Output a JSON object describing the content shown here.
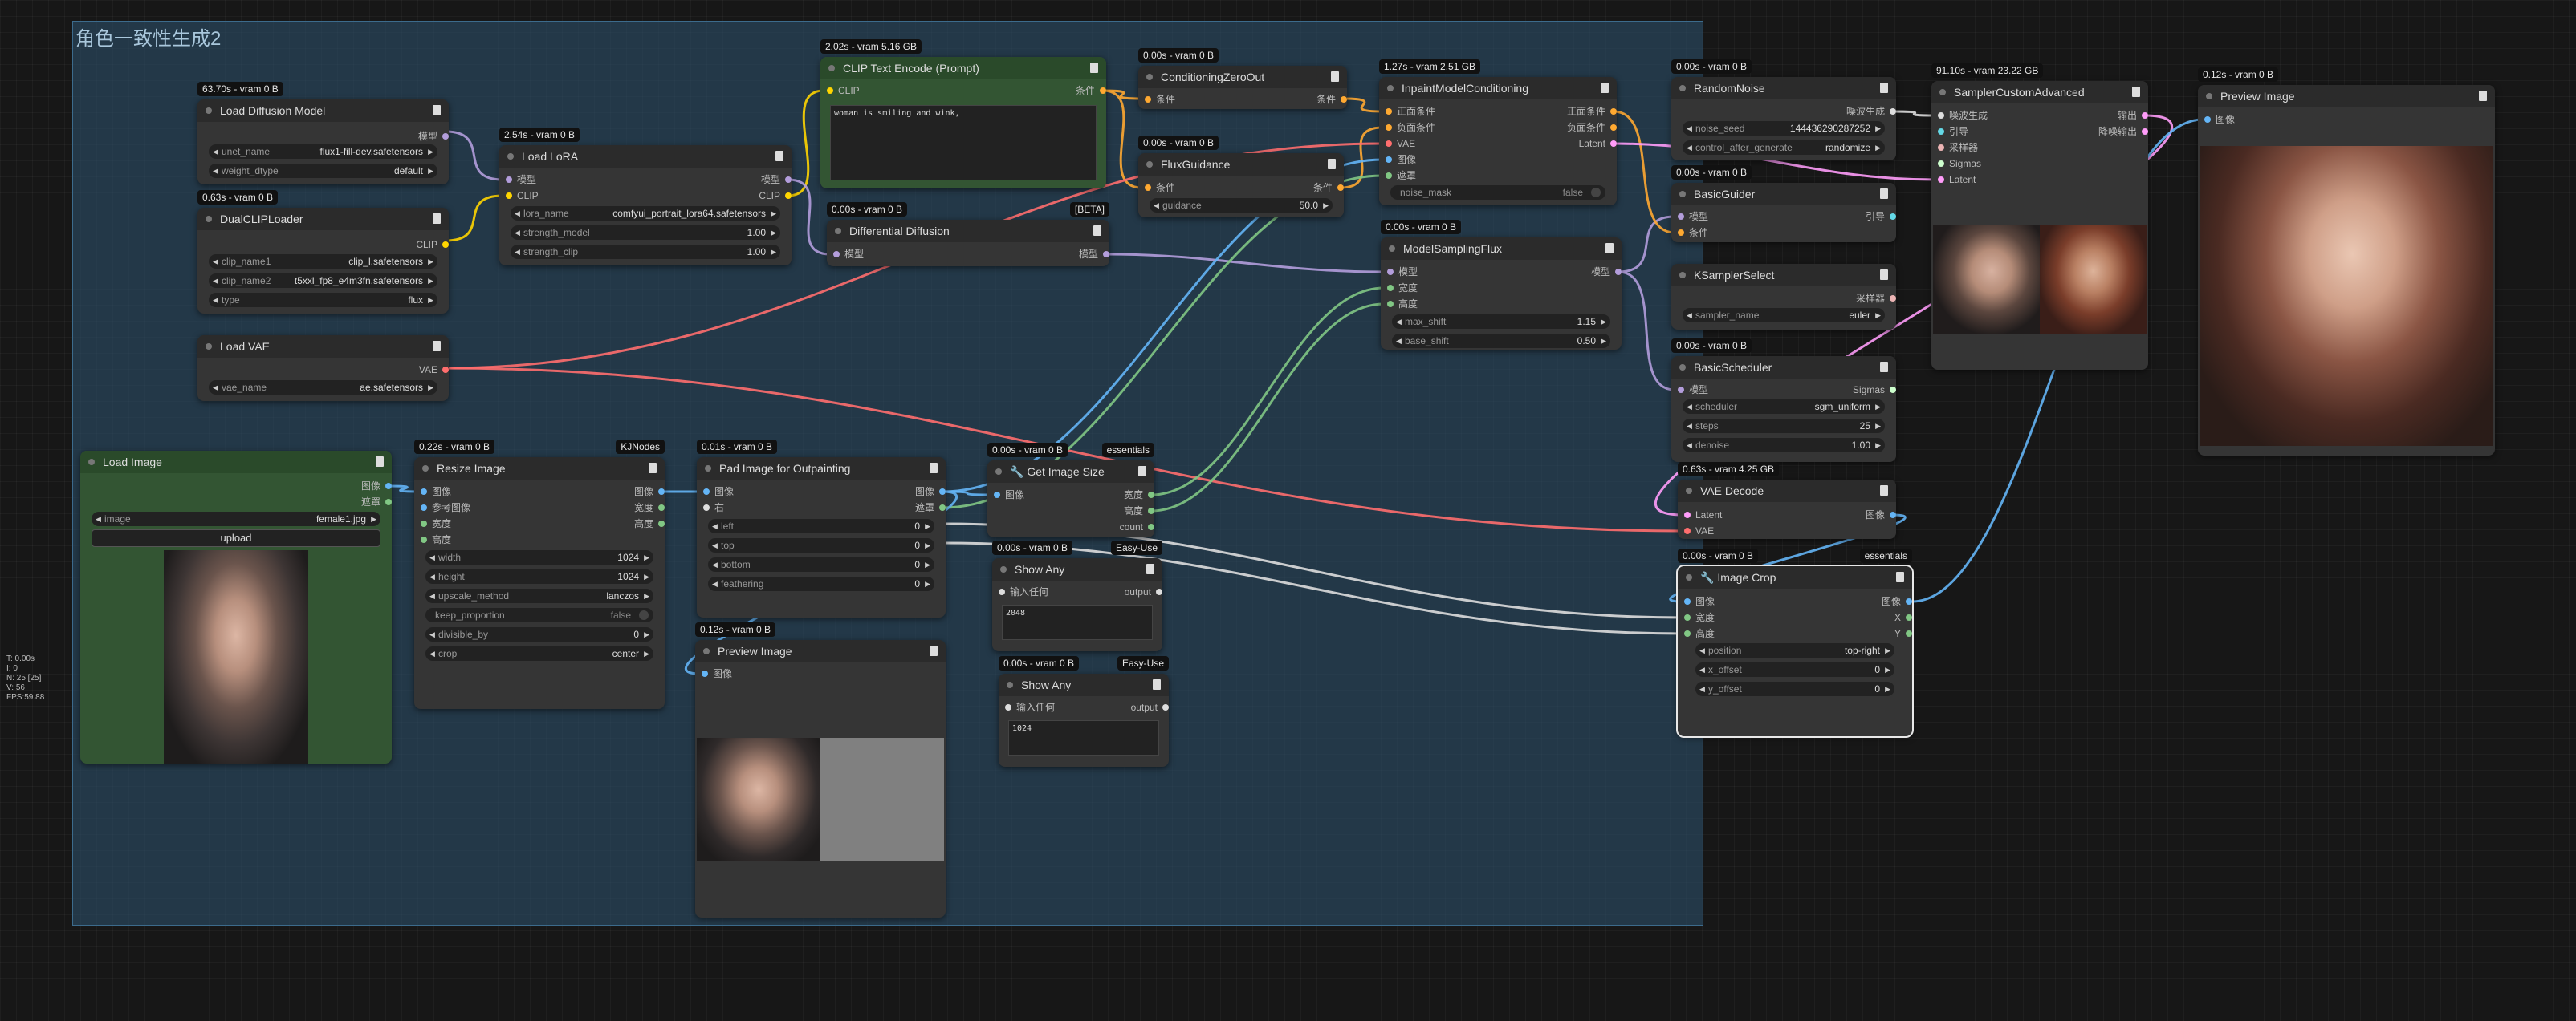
{
  "group": {
    "title": "角色一致性生成2"
  },
  "stats": [
    "T: 0.00s",
    "I: 0",
    "N: 25 [25]",
    "V: 56",
    "FPS:59.88"
  ],
  "colors": {
    "canvas": "#171717",
    "group_fill": "#2c4e68",
    "node": "#353535",
    "node_green": "#335533",
    "link_clip": "#ffd500",
    "link_model": "#b39ddb",
    "link_cond": "#ffa931",
    "link_vae": "#ff6e6e",
    "link_image": "#64b5f6",
    "link_latent": "#ff9cf9",
    "link_mask": "#81c784",
    "link_int": "#dddddd"
  },
  "nodes": {
    "load_diffusion": {
      "timing": "63.70s - vram 0 B",
      "title": "Load Diffusion Model",
      "out": [
        "模型"
      ],
      "widgets": [
        {
          "k": "unet_name",
          "v": "flux1-fill-dev.safetensors"
        },
        {
          "k": "weight_dtype",
          "v": "default"
        }
      ]
    },
    "dual_clip": {
      "timing": "0.63s - vram 0 B",
      "title": "DualCLIPLoader",
      "out": [
        "CLIP"
      ],
      "widgets": [
        {
          "k": "clip_name1",
          "v": "clip_l.safetensors"
        },
        {
          "k": "clip_name2",
          "v": "t5xxl_fp8_e4m3fn.safetensors"
        },
        {
          "k": "type",
          "v": "flux"
        }
      ]
    },
    "load_lora": {
      "timing": "2.54s - vram 0 B",
      "title": "Load LoRA",
      "in": [
        "模型",
        "CLIP"
      ],
      "out": [
        "模型",
        "CLIP"
      ],
      "widgets": [
        {
          "k": "lora_name",
          "v": "comfyui_portrait_lora64.safetensors"
        },
        {
          "k": "strength_model",
          "v": "1.00"
        },
        {
          "k": "strength_clip",
          "v": "1.00"
        }
      ]
    },
    "load_vae": {
      "title": "Load VAE",
      "out": [
        "VAE"
      ],
      "widgets": [
        {
          "k": "vae_name",
          "v": "ae.safetensors"
        }
      ]
    },
    "clip_text": {
      "timing": "2.02s - vram 5.16 GB",
      "title": "CLIP Text Encode (Prompt)",
      "in": [
        "CLIP"
      ],
      "out": [
        "条件"
      ],
      "text": "woman is smiling and wink,"
    },
    "diff_diffusion": {
      "timing": "0.00s - vram 0 B",
      "badge": "[BETA]",
      "title": "Differential Diffusion",
      "in": [
        "模型"
      ],
      "out": [
        "模型"
      ]
    },
    "cond_zero": {
      "timing": "0.00s - vram 0 B",
      "title": "ConditioningZeroOut",
      "in": [
        "条件"
      ],
      "out": [
        "条件"
      ]
    },
    "flux_guidance": {
      "timing": "0.00s - vram 0 B",
      "title": "FluxGuidance",
      "in": [
        "条件"
      ],
      "out": [
        "条件"
      ],
      "widgets": [
        {
          "k": "guidance",
          "v": "50.0"
        }
      ]
    },
    "inpaint_cond": {
      "timing": "1.27s - vram 2.51 GB",
      "title": "InpaintModelConditioning",
      "in": [
        "正面条件",
        "负面条件",
        "VAE",
        "图像",
        "遮罩"
      ],
      "out": [
        "正面条件",
        "负面条件",
        "Latent"
      ],
      "toggle": {
        "k": "noise_mask",
        "v": "false"
      }
    },
    "model_sampling": {
      "timing": "0.00s - vram 0 B",
      "title": "ModelSamplingFlux",
      "in": [
        "模型",
        "宽度",
        "高度"
      ],
      "out": [
        "模型"
      ],
      "widgets": [
        {
          "k": "max_shift",
          "v": "1.15"
        },
        {
          "k": "base_shift",
          "v": "0.50"
        }
      ]
    },
    "random_noise": {
      "timing": "0.00s - vram 0 B",
      "title": "RandomNoise",
      "out": [
        "噪波生成"
      ],
      "widgets": [
        {
          "k": "noise_seed",
          "v": "144436290287252"
        },
        {
          "k": "control_after_generate",
          "v": "randomize"
        }
      ]
    },
    "basic_guider": {
      "timing": "0.00s - vram 0 B",
      "title": "BasicGuider",
      "in": [
        "模型",
        "条件"
      ],
      "out": [
        "引导"
      ]
    },
    "ksampler_select": {
      "title": "KSamplerSelect",
      "out": [
        "采样器"
      ],
      "widgets": [
        {
          "k": "sampler_name",
          "v": "euler"
        }
      ]
    },
    "basic_scheduler": {
      "timing": "0.00s - vram 0 B",
      "title": "BasicScheduler",
      "in": [
        "模型"
      ],
      "out": [
        "Sigmas"
      ],
      "widgets": [
        {
          "k": "scheduler",
          "v": "sgm_uniform"
        },
        {
          "k": "steps",
          "v": "25"
        },
        {
          "k": "denoise",
          "v": "1.00"
        }
      ]
    },
    "sampler_adv": {
      "timing": "91.10s - vram 23.22 GB",
      "title": "SamplerCustomAdvanced",
      "in": [
        "噪波生成",
        "引导",
        "采样器",
        "Sigmas",
        "Latent"
      ],
      "out": [
        "输出",
        "降噪输出"
      ]
    },
    "preview_right": {
      "timing": "0.12s - vram 0 B",
      "title": "Preview Image",
      "in": [
        "图像"
      ]
    },
    "load_image": {
      "title": "Load Image",
      "out": [
        "图像",
        "遮罩"
      ],
      "widgets": [
        {
          "k": "image",
          "v": "female1.jpg"
        }
      ],
      "button": "upload"
    },
    "resize_image": {
      "timing": "0.22s - vram 0 B",
      "badge": "KJNodes",
      "title": "Resize Image",
      "in": [
        "图像",
        "参考图像",
        "宽度",
        "高度"
      ],
      "out": [
        "图像",
        "宽度",
        "高度"
      ],
      "widgets": [
        {
          "k": "width",
          "v": "1024"
        },
        {
          "k": "height",
          "v": "1024"
        },
        {
          "k": "upscale_method",
          "v": "lanczos"
        }
      ],
      "toggle": {
        "k": "keep_proportion",
        "v": "false"
      },
      "widgets2": [
        {
          "k": "divisible_by",
          "v": "0"
        },
        {
          "k": "crop",
          "v": "center"
        }
      ]
    },
    "pad_image": {
      "timing": "0.01s - vram 0 B",
      "title": "Pad Image for Outpainting",
      "in": [
        "图像",
        "右"
      ],
      "out": [
        "图像",
        "遮罩"
      ],
      "widgets": [
        {
          "k": "left",
          "v": "0"
        },
        {
          "k": "top",
          "v": "0"
        },
        {
          "k": "bottom",
          "v": "0"
        },
        {
          "k": "feathering",
          "v": "0"
        }
      ]
    },
    "get_size": {
      "timing": "0.00s - vram 0 B",
      "badge": "essentials",
      "title": "🔧 Get Image Size",
      "in": [
        "图像"
      ],
      "out": [
        "宽度",
        "高度",
        "count"
      ]
    },
    "show_any_1": {
      "timing": "0.00s - vram 0 B",
      "badge": "Easy-Use",
      "title": "Show Any",
      "in": [
        "输入任何"
      ],
      "out": [
        "output"
      ],
      "value": "2048"
    },
    "show_any_2": {
      "timing": "0.00s - vram 0 B",
      "badge": "Easy-Use",
      "title": "Show Any",
      "in": [
        "输入任何"
      ],
      "out": [
        "output"
      ],
      "value": "1024"
    },
    "preview_mid": {
      "timing": "0.12s - vram 0 B",
      "title": "Preview Image",
      "in": [
        "图像"
      ]
    },
    "vae_decode": {
      "timing": "0.63s - vram 4.25 GB",
      "title": "VAE Decode",
      "in": [
        "Latent",
        "VAE"
      ],
      "out": [
        "图像"
      ]
    },
    "image_crop": {
      "timing": "0.00s - vram 0 B",
      "badge": "essentials",
      "title": "🔧 Image Crop",
      "in": [
        "图像",
        "宽度",
        "高度"
      ],
      "out": [
        "图像",
        "X",
        "Y"
      ],
      "widgets": [
        {
          "k": "position",
          "v": "top-right"
        },
        {
          "k": "x_offset",
          "v": "0"
        },
        {
          "k": "y_offset",
          "v": "0"
        }
      ]
    }
  }
}
